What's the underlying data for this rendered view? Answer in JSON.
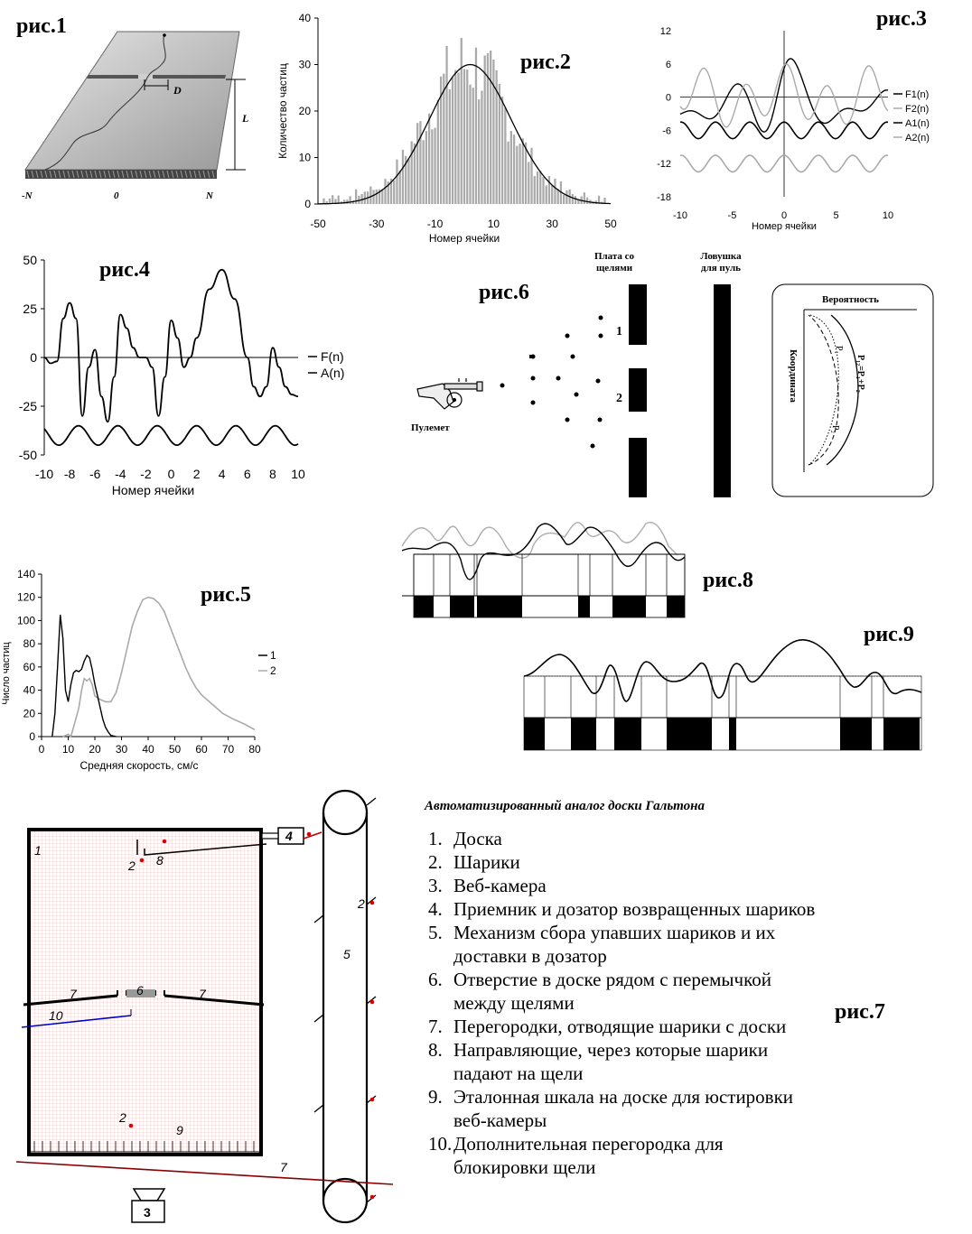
{
  "labels": {
    "fig1": "рис.1",
    "fig2": "рис.2",
    "fig3": "рис.3",
    "fig4": "рис.4",
    "fig5": "рис.5",
    "fig6": "рис.6",
    "fig7": "рис.7",
    "fig8": "рис.8",
    "fig9": "рис.9"
  },
  "fig1": {
    "D": "D",
    "L": "L",
    "minusN": "-N",
    "zero": "0",
    "N": "N"
  },
  "fig6": {
    "plate": [
      "Плата со",
      "щелями"
    ],
    "trap": [
      "Ловушка",
      "для пуль"
    ],
    "gun": "Пулемет",
    "slit1": "1",
    "slit2": "2",
    "prob": "Вероятность",
    "coord": "Координата",
    "p1": "P₁",
    "p2": "P₂",
    "p12": "P₁₂=P₁+P₂"
  },
  "fig7": {
    "title": "Автоматизированный аналог доски Гальтона",
    "marks": [
      "1",
      "2",
      "8",
      "4",
      "2",
      "5",
      "6",
      "7",
      "7",
      "10",
      "2",
      "9",
      "7",
      "3"
    ],
    "items": [
      {
        "n": "1.",
        "t": "Доска"
      },
      {
        "n": "2.",
        "t": "Шарики"
      },
      {
        "n": "3.",
        "t": "Веб-камера"
      },
      {
        "n": "4.",
        "t": "Приемник и дозатор возвращенных шариков"
      },
      {
        "n": "5.",
        "t": "Механизм сбора упавших шариков и их доставки в дозатор"
      },
      {
        "n": "6.",
        "t": "Отверстие в доске рядом с перемычкой между щелями"
      },
      {
        "n": "7.",
        "t": "Перегородки, отводящие шарики с доски"
      },
      {
        "n": "8.",
        "t": "Направляющие, через которые шарики падают на щели"
      },
      {
        "n": "9.",
        "t": "Эталонная шкала на доске для юстировки веб-камеры"
      },
      {
        "n": "10.",
        "t": "Дополнительная перегородка для блокировки щели"
      }
    ]
  },
  "chart_data": [
    {
      "id": "fig2",
      "type": "bar",
      "xlabel": "Номер ячейки",
      "ylabel": "Количество частиц",
      "xlim": [
        -50,
        50
      ],
      "ylim": [
        0,
        40
      ],
      "xticks": [
        -50,
        -30,
        -10,
        10,
        30,
        50
      ],
      "yticks": [
        0,
        10,
        20,
        30,
        40
      ],
      "bars": {
        "x_start": -48,
        "x_end": 48,
        "peak_x": 1,
        "peak": 30,
        "sigma": 14.5
      },
      "curve": {
        "type": "gaussian",
        "mean": 2,
        "sigma": 14,
        "peak": 30
      }
    },
    {
      "id": "fig3",
      "type": "line",
      "xlabel": "Номер ячейки",
      "xlim": [
        -10,
        10
      ],
      "ylim": [
        -18,
        12
      ],
      "xticks": [
        -10,
        -5,
        0,
        5,
        10
      ],
      "yticks": [
        12,
        6,
        0,
        -6,
        -12,
        -18
      ],
      "series": [
        {
          "name": "F1(n)",
          "color": "#000000",
          "offset": 0
        },
        {
          "name": "F2(n)",
          "color": "#aaaaaa",
          "offset": 0
        },
        {
          "name": "A1(n)",
          "color": "#000000",
          "offset": -6,
          "amplitude": 1.5,
          "period": 3.3
        },
        {
          "name": "A2(n)",
          "color": "#aaaaaa",
          "offset": -12,
          "amplitude": 1.5,
          "period": 3.3
        }
      ]
    },
    {
      "id": "fig4",
      "type": "line",
      "xlabel": "Номер ячейки",
      "xlim": [
        -10,
        10
      ],
      "ylim": [
        -50,
        50
      ],
      "xticks": [
        -10,
        -8,
        -6,
        -4,
        -2,
        0,
        2,
        4,
        6,
        8,
        10
      ],
      "yticks": [
        50,
        25,
        0,
        -25,
        -50
      ],
      "series": [
        {
          "name": "F(n)",
          "color": "#000000",
          "points": [
            [
              -10,
              0
            ],
            [
              -9.5,
              -3
            ],
            [
              -9,
              -2
            ],
            [
              -8.5,
              20
            ],
            [
              -8,
              28
            ],
            [
              -7.5,
              20
            ],
            [
              -7,
              -30
            ],
            [
              -6.5,
              -5
            ],
            [
              -6,
              4
            ],
            [
              -5.5,
              -20
            ],
            [
              -5,
              -33
            ],
            [
              -4.5,
              -10
            ],
            [
              -4,
              22
            ],
            [
              -3.5,
              15
            ],
            [
              -3,
              5
            ],
            [
              -2.5,
              0
            ],
            [
              -2,
              0
            ],
            [
              -1.5,
              -5
            ],
            [
              -1,
              -30
            ],
            [
              -0.5,
              -10
            ],
            [
              0,
              19
            ],
            [
              0.5,
              10
            ],
            [
              1,
              -5
            ],
            [
              1.5,
              0
            ],
            [
              2,
              10
            ],
            [
              3,
              35
            ],
            [
              4,
              45
            ],
            [
              5,
              30
            ],
            [
              6,
              0
            ],
            [
              6.5,
              -15
            ],
            [
              7,
              -20
            ],
            [
              7.5,
              -15
            ],
            [
              8,
              5
            ],
            [
              8.5,
              -5
            ],
            [
              9,
              -15
            ],
            [
              9.5,
              -19
            ],
            [
              10,
              -20
            ]
          ]
        },
        {
          "name": "A(n)",
          "color": "#000000",
          "offset": -40,
          "amplitude": 5,
          "period": 3.1
        }
      ]
    },
    {
      "id": "fig5",
      "type": "line",
      "xlabel": "Средняя скорость, см/с",
      "ylabel": "Число частиц",
      "xlim": [
        0,
        80
      ],
      "ylim": [
        0,
        140
      ],
      "xticks": [
        0,
        10,
        20,
        30,
        40,
        50,
        60,
        70,
        80
      ],
      "yticks": [
        0,
        20,
        40,
        60,
        80,
        100,
        120,
        140
      ],
      "series": [
        {
          "name": "1",
          "color": "#000000",
          "points": [
            [
              4,
              0
            ],
            [
              5,
              20
            ],
            [
              6,
              60
            ],
            [
              7,
              105
            ],
            [
              8,
              85
            ],
            [
              9,
              40
            ],
            [
              10,
              30
            ],
            [
              11,
              45
            ],
            [
              12,
              55
            ],
            [
              13,
              57
            ],
            [
              14,
              56
            ],
            [
              15,
              58
            ],
            [
              16,
              65
            ],
            [
              17,
              70
            ],
            [
              18,
              68
            ],
            [
              19,
              58
            ],
            [
              20,
              45
            ],
            [
              21,
              35
            ],
            [
              22,
              25
            ],
            [
              23,
              15
            ],
            [
              24,
              8
            ],
            [
              25,
              4
            ],
            [
              26,
              1
            ],
            [
              28,
              0
            ]
          ]
        },
        {
          "name": "2",
          "color": "#aaaaaa",
          "points": [
            [
              8,
              0
            ],
            [
              10,
              2
            ],
            [
              11,
              0
            ],
            [
              12,
              8
            ],
            [
              14,
              25
            ],
            [
              15,
              40
            ],
            [
              16,
              50
            ],
            [
              17,
              48
            ],
            [
              18,
              50
            ],
            [
              19,
              45
            ],
            [
              20,
              35
            ],
            [
              22,
              32
            ],
            [
              24,
              30
            ],
            [
              26,
              30
            ],
            [
              28,
              38
            ],
            [
              30,
              55
            ],
            [
              32,
              75
            ],
            [
              34,
              95
            ],
            [
              36,
              108
            ],
            [
              38,
              118
            ],
            [
              40,
              120
            ],
            [
              42,
              119
            ],
            [
              44,
              115
            ],
            [
              46,
              108
            ],
            [
              48,
              96
            ],
            [
              50,
              84
            ],
            [
              52,
              72
            ],
            [
              54,
              60
            ],
            [
              56,
              50
            ],
            [
              58,
              42
            ],
            [
              60,
              36
            ],
            [
              64,
              28
            ],
            [
              68,
              20
            ],
            [
              72,
              15
            ],
            [
              76,
              11
            ],
            [
              80,
              6
            ]
          ]
        }
      ]
    }
  ]
}
